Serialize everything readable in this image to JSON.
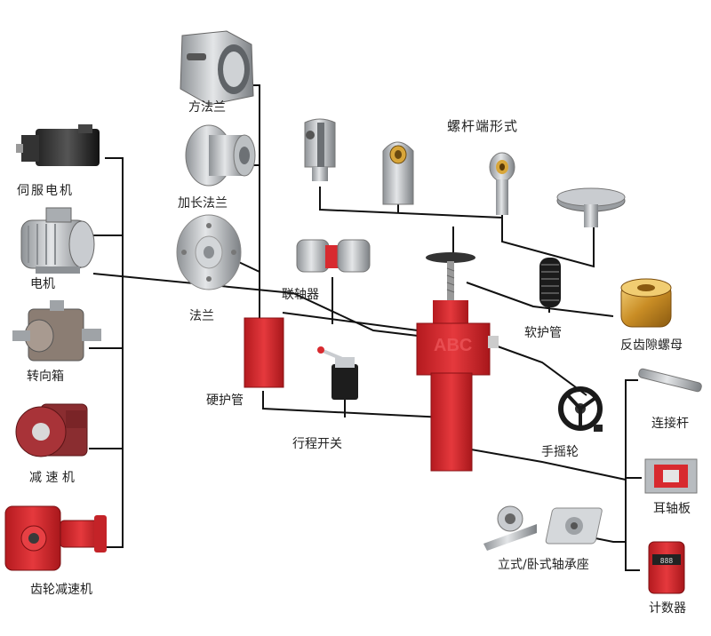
{
  "diagram": {
    "title": "螺杆端形式",
    "labels": {
      "square_flange": "方法兰",
      "long_flange": "加长法兰",
      "flange": "法兰",
      "servo_motor": "伺服电机",
      "motor": "电机",
      "steering_box": "转向箱",
      "reducer": "减 速 机",
      "gear_reducer": "齿轮减速机",
      "coupling": "联轴器",
      "soft_guard": "软护管",
      "anti_backlash_nut": "反齿隙螺母",
      "hard_guard": "硬护管",
      "travel_switch": "行程开关",
      "handwheel": "手摇轮",
      "connecting_rod": "连接杆",
      "ear_plate": "耳轴板",
      "bearing_seat": "立式/卧式轴承座",
      "counter": "计数器"
    },
    "center_logo": "ABC"
  },
  "colors": {
    "red": "#d8262b",
    "dark_red": "#9e1518",
    "metal": "#b9bcc0",
    "line": "#111111",
    "gold": "#d9a640"
  }
}
